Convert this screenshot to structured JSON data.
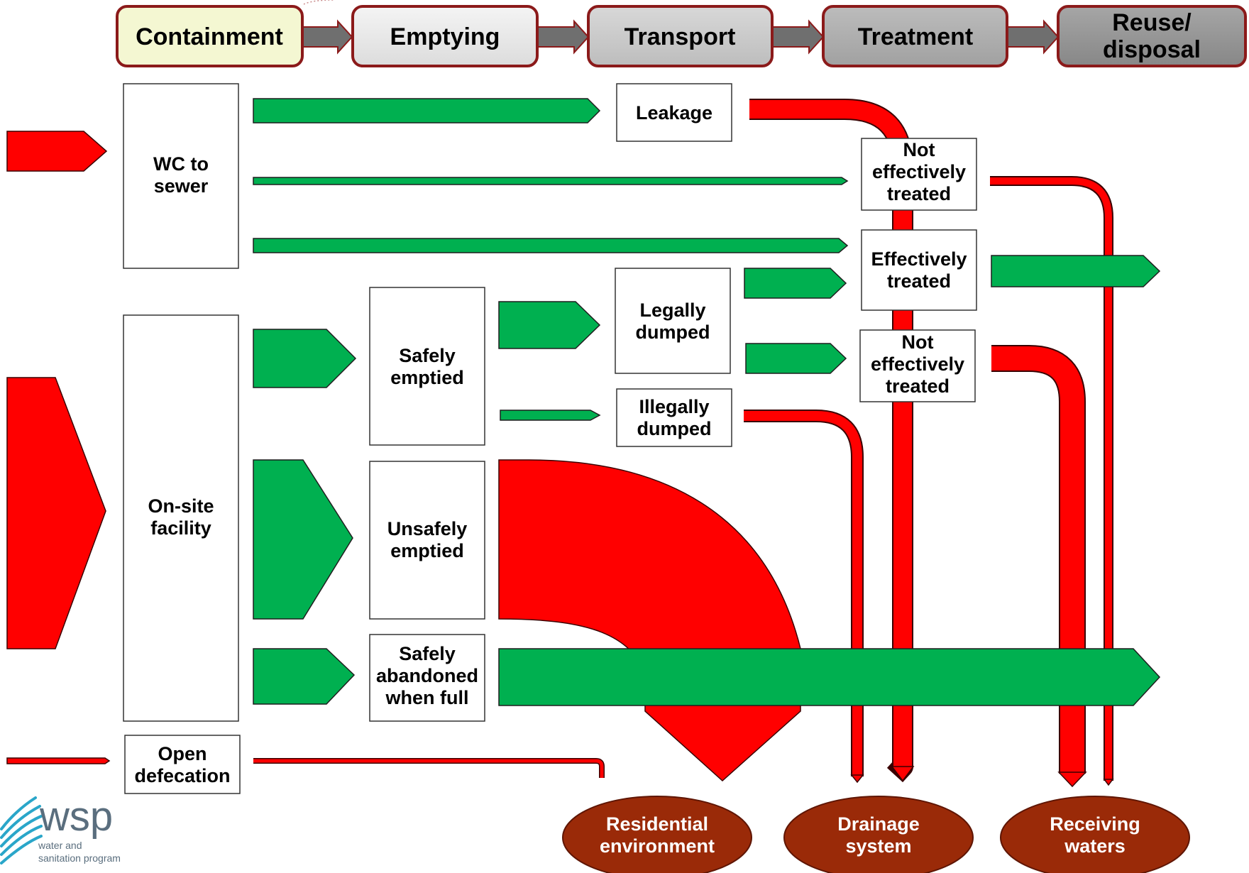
{
  "stages": [
    "Containment",
    "Emptying",
    "Transport",
    "Treatment",
    "Reuse/ disposal"
  ],
  "stage_lines": [
    [
      "Containment"
    ],
    [
      "Emptying"
    ],
    [
      "Transport"
    ],
    [
      "Treatment"
    ],
    [
      "Reuse/",
      "disposal"
    ]
  ],
  "boxes": {
    "wc_to_sewer": [
      "WC to",
      "sewer"
    ],
    "onsite_facility": [
      "On-site",
      "facility"
    ],
    "open_defecation": [
      "Open",
      "defecation"
    ],
    "leakage": [
      "Leakage"
    ],
    "not_effectively_treated_1": [
      "Not",
      "effectively",
      "treated"
    ],
    "effectively_treated": [
      "Effectively",
      "treated"
    ],
    "not_effectively_treated_2": [
      "Not",
      "effectively",
      "treated"
    ],
    "legally_dumped": [
      "Legally",
      "dumped"
    ],
    "illegally_dumped": [
      "Illegally",
      "dumped"
    ],
    "safely_emptied": [
      "Safely",
      "emptied"
    ],
    "unsafely_emptied": [
      "Unsafely",
      "emptied"
    ],
    "safely_abandoned": [
      "Safely",
      "abandoned",
      "when full"
    ]
  },
  "destinations": {
    "residential": [
      "Residential",
      "environment"
    ],
    "drainage": [
      "Drainage",
      "system"
    ],
    "receiving": [
      "Receiving",
      "waters"
    ]
  },
  "logo": {
    "mark": "wsp",
    "line1": "water and",
    "line2": "sanitation program"
  },
  "colors": {
    "safe": "#00b050",
    "unsafe": "#ff0000",
    "destination": "#9a2a08",
    "containment_fill": "#f4f7d2",
    "stage_border": "#8b1a1a"
  }
}
